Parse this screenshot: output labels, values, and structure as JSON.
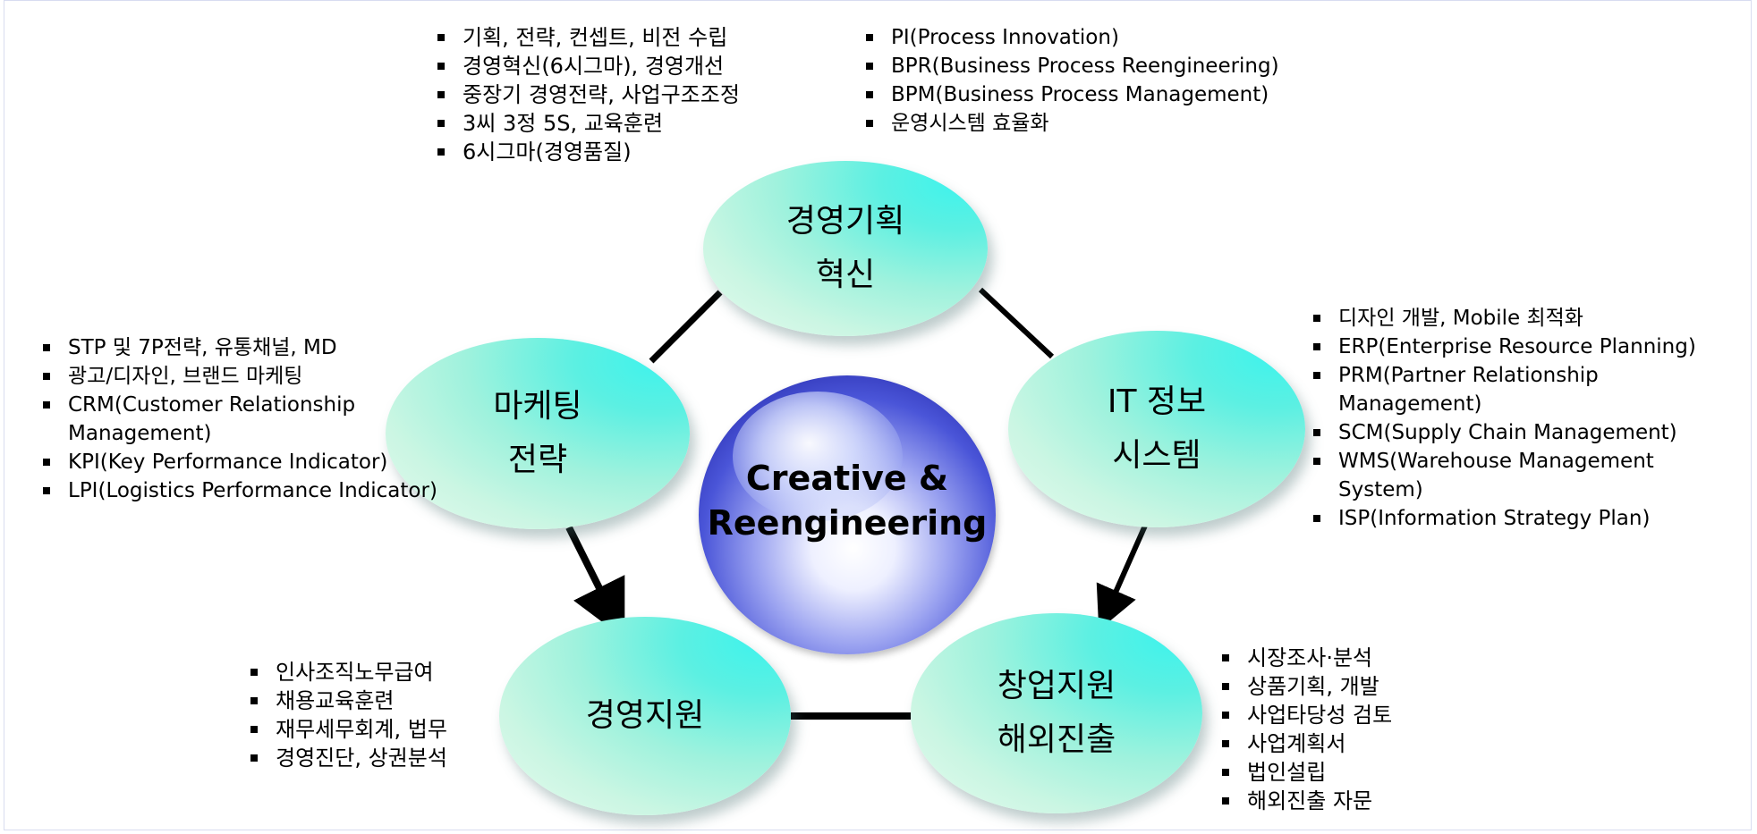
{
  "hub": {
    "line1": "Creative &",
    "line2": "Reengineering"
  },
  "nodes": {
    "planning": {
      "line1": "경영기획",
      "line2": "혁신"
    },
    "marketing": {
      "line1": "마케팅",
      "line2": "전략"
    },
    "it": {
      "line1": "IT 정보",
      "line2": "시스템"
    },
    "support": {
      "line1": "경영지원"
    },
    "startup": {
      "line1": "창업지원",
      "line2": "해외진출"
    }
  },
  "lists": {
    "planning_a": [
      "기획, 전략, 컨셉트, 비전 수립",
      "경영혁신(6시그마), 경영개선",
      "중장기 경영전략, 사업구조조정",
      "3씨 3정 5S, 교육훈련",
      "6시그마(경영품질)"
    ],
    "planning_b": [
      "PI(Process Innovation)",
      "BPR(Business Process Reengineering)",
      "BPM(Business Process Management)",
      "운영시스템 효율화"
    ],
    "marketing": [
      "STP 및 7P전략, 유통채널, MD",
      "광고/디자인, 브랜드 마케팅",
      "CRM(Customer Relationship",
      "Management)",
      "KPI(Key Performance Indicator)",
      "LPI(Logistics Performance Indicator)"
    ],
    "it": [
      "디자인 개발, Mobile 최적화",
      "ERP(Enterprise Resource Planning)",
      "PRM(Partner Relationship",
      "Management)",
      "SCM(Supply Chain Management)",
      "WMS(Warehouse Management",
      "System)",
      "ISP(Information Strategy Plan)"
    ],
    "support": [
      "인사조직노무급여",
      "채용교육훈련",
      "재무세무회계, 법무",
      "경영진단, 상권분석"
    ],
    "startup": [
      "시장조사·분석",
      "상품기획, 개발",
      "사업타당성 검토",
      "사업계획서",
      "법인설립",
      "해외진출 자문"
    ]
  },
  "list_item_bullets": {
    "marketing": [
      true,
      true,
      true,
      false,
      true,
      true
    ],
    "it": [
      true,
      true,
      true,
      false,
      true,
      true,
      false,
      true
    ]
  }
}
